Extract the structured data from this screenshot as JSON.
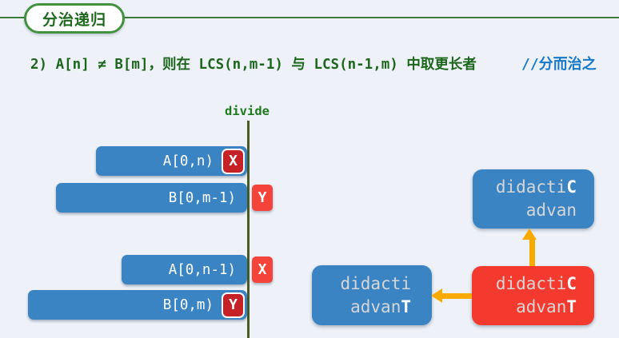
{
  "header": {
    "badge_label": "分治递归"
  },
  "statement": {
    "text": "2) A[n] ≠ B[m]，则在 LCS(n,m-1) 与 LCS(n-1,m) 中取更长者",
    "comment": "//分而治之"
  },
  "divide": {
    "label": "divide"
  },
  "bars": [
    {
      "label": "A[0,n)",
      "badge": "X",
      "badge_position": "inside"
    },
    {
      "label": "B[0,m-1)",
      "badge": "Y",
      "badge_position": "outside"
    },
    {
      "label": "A[0,n-1)",
      "badge": "X",
      "badge_position": "outside"
    },
    {
      "label": "B[0,m)",
      "badge": "Y",
      "badge_position": "inside"
    }
  ],
  "diagram": {
    "top_box": {
      "l1_dim": "didacti",
      "l1_hl": "C",
      "l2_dim": "advan",
      "l2_hl": ""
    },
    "left_box": {
      "l1_dim": "didacti",
      "l1_hl": "",
      "l2_dim": "advan",
      "l2_hl": "T"
    },
    "red_box": {
      "l1_dim": "didacti",
      "l1_hl": "C",
      "l2_dim": "advan",
      "l2_hl": "T"
    }
  },
  "colors": {
    "background": "#eef2f8",
    "green_text": "#1c661c",
    "green_rule": "#3b7a3b",
    "olive_divide_line": "#4a5b22",
    "bar_blue": "#3a84c4",
    "badge_red_dark": "#c52127",
    "badge_red_bright": "#f4433a",
    "box_red": "#f4392e",
    "arrow_gold": "#f9aa00",
    "comment_blue": "#1778c8"
  }
}
